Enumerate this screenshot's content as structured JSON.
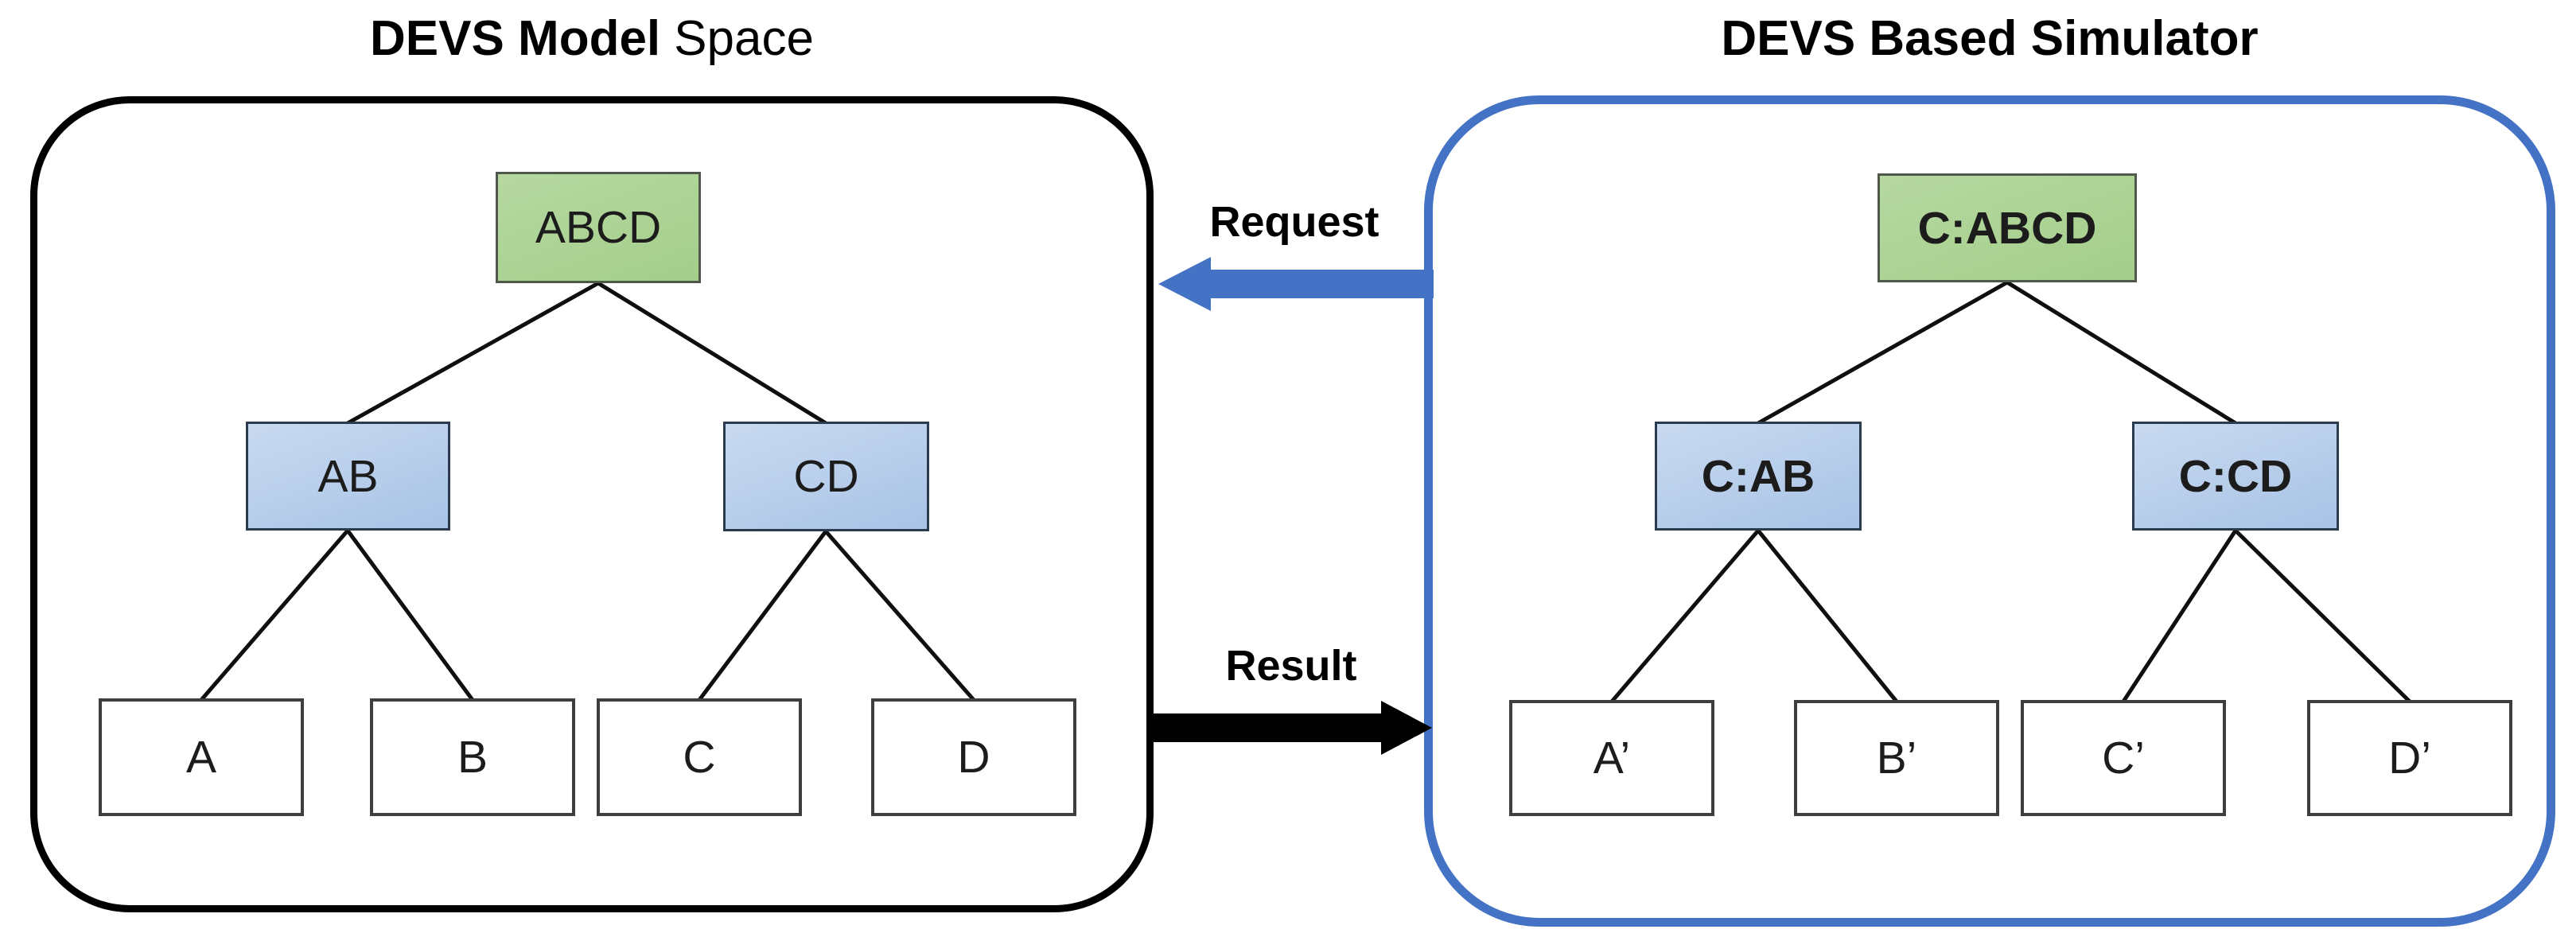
{
  "left_panel": {
    "title_bold": "DEVS Model",
    "title_regular": "Space",
    "border_color": "#000000",
    "nodes": {
      "root": "ABCD",
      "children": [
        "AB",
        "CD"
      ],
      "leaves": [
        "A",
        "B",
        "C",
        "D"
      ]
    }
  },
  "right_panel": {
    "title_bold": "DEVS Based Simulator",
    "border_color": "#4472c4",
    "nodes": {
      "root": "C:ABCD",
      "children": [
        "C:AB",
        "C:CD"
      ],
      "leaves": [
        "A’",
        "B’",
        "C’",
        "D’"
      ]
    }
  },
  "arrows": {
    "request": {
      "label": "Request",
      "color": "#4472c4",
      "direction": "left"
    },
    "result": {
      "label": "Result",
      "color": "#000000",
      "direction": "right"
    }
  },
  "colors": {
    "green_node_fill": "#a9d18e",
    "blue_node_fill": "#b4c7e7",
    "leaf_node_fill": "#ffffff",
    "connector_line": "#0f0f0f"
  }
}
